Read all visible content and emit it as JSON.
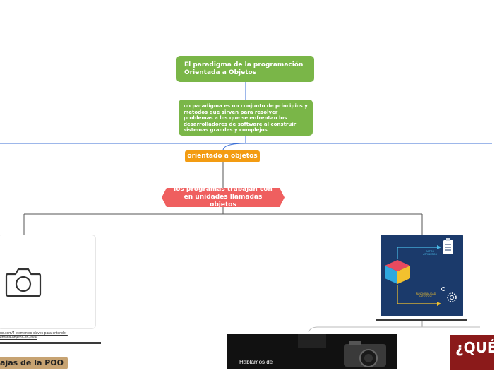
{
  "nodes": {
    "root": "El paradigma de la programación Orientada a Objetos",
    "definition": "un paradigma es un conjunto de principios y metodos que sirven para resolver problemas a los que se enfrentan los desarrolladores de software al construir sistemas grandes y complejos",
    "oriented": "orientado a objetos",
    "programs": "los programas trabajan con en unidades llamadas objetos",
    "ventajas": "tajas de la POO"
  },
  "image_card": {
    "icon": "camera-icon",
    "link_line1": "ue.com/4-elementos-claves-para-entender-",
    "link_line2": "entada-objetos-en-java/"
  },
  "diagram_card": {
    "label_top": "DATOS\nATRIBUTOS",
    "label_bottom": "FUNCIONALIDAD\nMÉTODOS"
  },
  "video_card": {
    "text": "Hablamos de"
  },
  "que_card": {
    "text": "¿QUÉ"
  },
  "colors": {
    "green": "#7ab648",
    "orange": "#f39c12",
    "red": "#ef5f5f",
    "blue_line": "#3b6fd6"
  }
}
